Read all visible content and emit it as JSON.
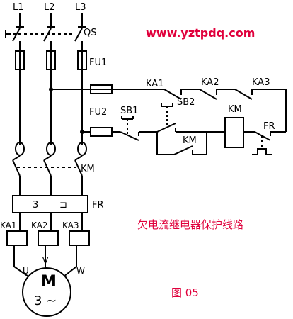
{
  "website": "www.yztpdq.com",
  "caption": "欠电流继电器保护线路",
  "figure_label": "图 05",
  "labels": {
    "L1": "L1",
    "L2": "L2",
    "L3": "L3",
    "QS": "QS",
    "FU1": "FU1",
    "FU2": "FU2",
    "SB1": "SB1",
    "SB2": "SB2",
    "KA1_top": "KA1",
    "KA2_top": "KA2",
    "KA3_top": "KA3",
    "KM_coil": "KM",
    "KM_aux": "KM",
    "KM_main": "KM",
    "FR_ctrl": "FR",
    "FR_main": "FR",
    "fr_3": "3",
    "fr_sym": "⊐",
    "KA1": "KA1",
    "KA2": "KA2",
    "KA3": "KA3",
    "U": "U",
    "V": "V",
    "W": "W",
    "motor_M": "M",
    "motor_3": "3 ~"
  }
}
